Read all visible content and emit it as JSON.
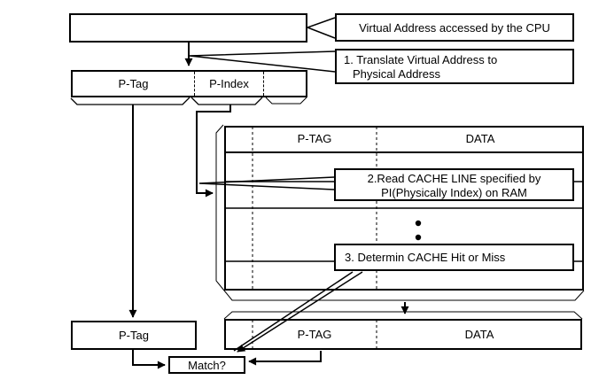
{
  "labels": {
    "va_callout": "Virtual Address accessed by the CPU",
    "step1_line1": "1. Translate Virtual Address to",
    "step1_line2": "Physical Address",
    "ptag_field": "P-Tag",
    "pindex_field": "P-Index",
    "cache_header_ptag": "P-TAG",
    "cache_header_data": "DATA",
    "step2_line1": "2.Read CACHE LINE specified by",
    "step2_line2": "PI(Physically Index) on RAM",
    "step3": "3. Determin CACHE Hit or Miss",
    "result_header_ptag": "P-TAG",
    "result_header_data": "DATA",
    "bottom_ptag": "P-Tag",
    "match": "Match?"
  },
  "colors": {
    "line": "#000000",
    "background": "#ffffff"
  }
}
